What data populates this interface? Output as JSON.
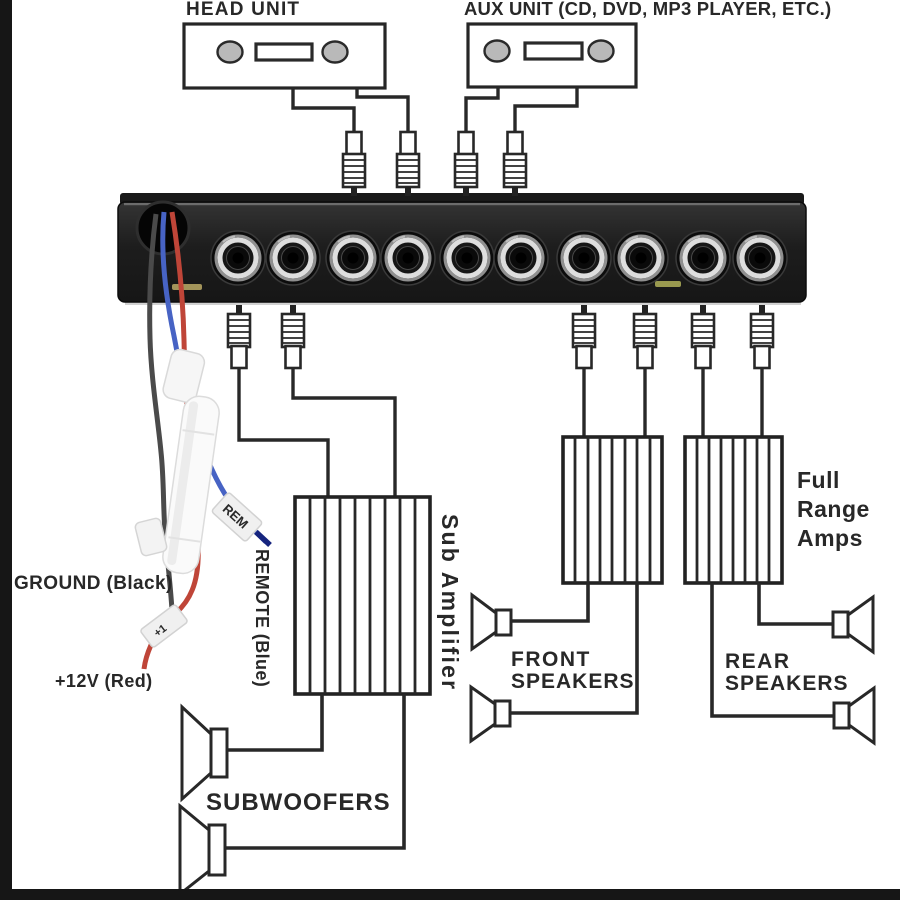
{
  "diagram": {
    "type": "car-audio-equalizer-wiring-diagram",
    "labels": {
      "head_unit": "HEAD UNIT",
      "aux_unit": "AUX UNIT (CD, DVD, MP3 PLAYER, ETC.)",
      "ground": "GROUND (Black)",
      "remote": "REMOTE (Blue)",
      "power_12v": "+12V (Red)",
      "sub_amplifier": "Sub Amplifier",
      "front_speakers": [
        "FRONT",
        "SPEAKERS"
      ],
      "rear_speakers": [
        "REAR",
        "SPEAKERS"
      ],
      "full_range_amps": [
        "Full",
        "Range",
        "Amps"
      ],
      "subwoofers": "SUBWOOFERS",
      "rem_tag": "REM",
      "fuse_tag": "+1"
    },
    "components": [
      "head-unit",
      "aux-unit",
      "equalizer-unit",
      "sub-amplifier",
      "full-range-amp-front",
      "full-range-amp-rear",
      "front-speakers",
      "rear-speakers",
      "subwoofers",
      "fuse-holder",
      "power-harness"
    ],
    "counts": {
      "equalizer_rca_jacks": 10,
      "input_plugs": 4,
      "output_plugs": 6
    },
    "colors": {
      "ground_wire": "#4a4a4a",
      "remote_wire": "#4763c4",
      "power_wire": "#bf4538",
      "panel": "#1e1e1e",
      "line": "#282828",
      "gold_mark": "#a3945a"
    }
  }
}
